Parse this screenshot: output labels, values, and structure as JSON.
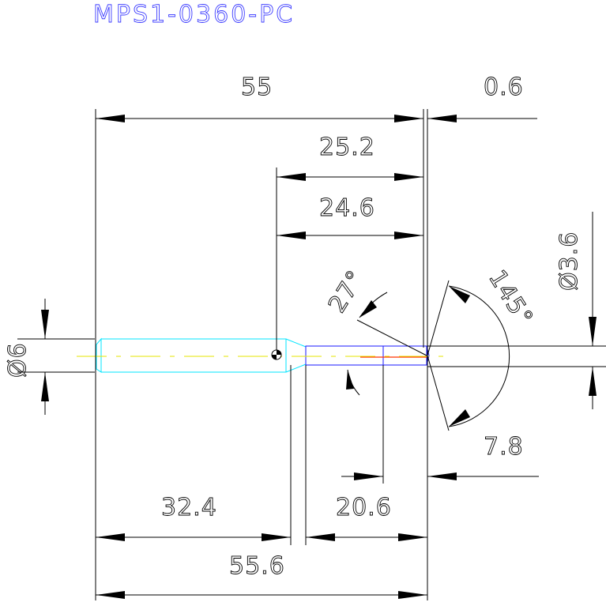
{
  "title": "MPS1-0360-PC",
  "dimensions": {
    "overall_length": "55",
    "tip_offset": "0.6",
    "flute_length": "25.2",
    "flute_length_2": "24.6",
    "helix_angle": "27°",
    "point_angle": "145°",
    "tip_diameter": "Ø3.6",
    "shank_diameter": "Ø6",
    "margin_length": "7.8",
    "shank_length": "32.4",
    "body_length": "20.6",
    "total_length": "55.6"
  },
  "colors": {
    "title": "#3b3bff",
    "dimension": "#000000",
    "shank_outline": "#00e5ff",
    "body_outline": "#1a1aff",
    "centerline": "#e6e600",
    "core_line": "#ff3300"
  }
}
